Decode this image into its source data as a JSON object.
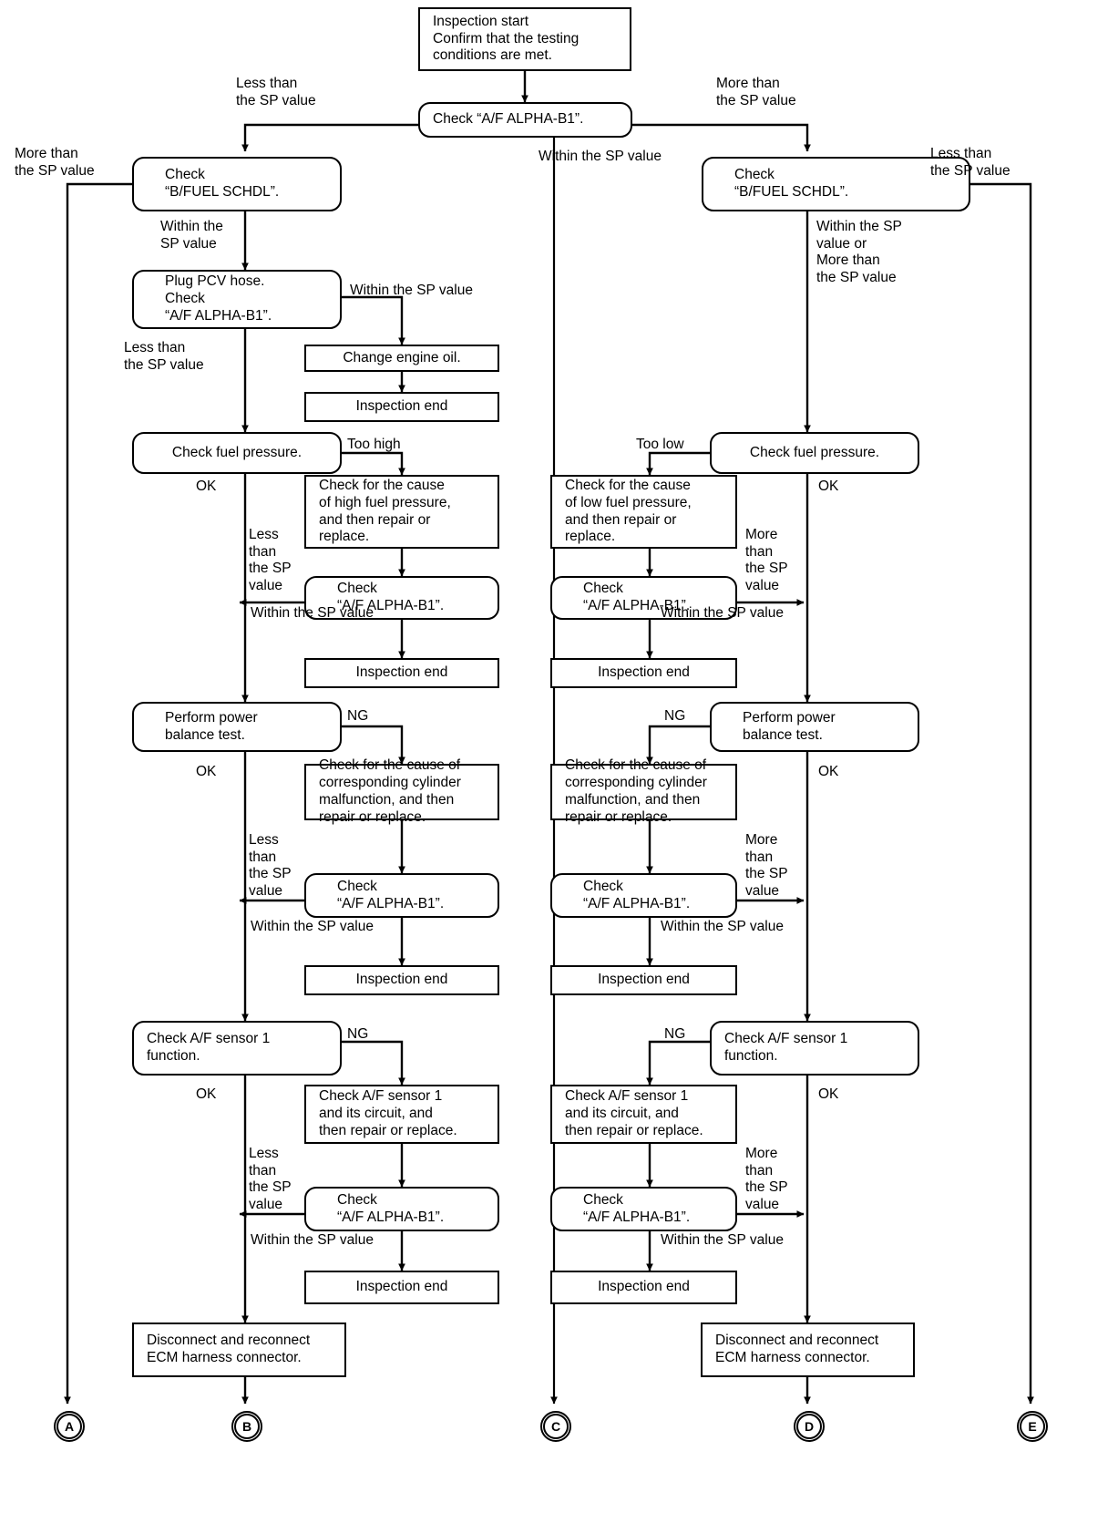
{
  "diagram": {
    "title": "A/F ALPHA-B1 diagnostic flow chart",
    "stroke_color": "#000000",
    "background_color": "#ffffff"
  },
  "nodes": [
    {
      "id": "start",
      "text": "Inspection start\nConfirm that the testing\nconditions are met."
    },
    {
      "id": "check_afa_top",
      "text": "Check “A/F ALPHA-B1”."
    },
    {
      "id": "l_bfuel",
      "text": "Check\n“B/FUEL SCHDL”."
    },
    {
      "id": "l_pcv",
      "text": "Plug PCV hose.\nCheck\n“A/F ALPHA-B1”."
    },
    {
      "id": "l_oil",
      "text": "Change engine oil."
    },
    {
      "id": "l_end1",
      "text": "Inspection end"
    },
    {
      "id": "l_fuelpress",
      "text": "Check fuel pressure."
    },
    {
      "id": "l_highcause",
      "text": "Check for the cause\nof high fuel pressure,\nand then repair or\nreplace."
    },
    {
      "id": "l_afa2",
      "text": "Check\n“A/F ALPHA-B1”."
    },
    {
      "id": "l_end2",
      "text": "Inspection end"
    },
    {
      "id": "l_power",
      "text": "Perform power\nbalance test."
    },
    {
      "id": "l_cylcause",
      "text": "Check for the cause of\ncorresponding cylinder\nmalfunction, and then\nrepair or replace."
    },
    {
      "id": "l_afa3",
      "text": "Check\n“A/F ALPHA-B1”."
    },
    {
      "id": "l_end3",
      "text": "Inspection end"
    },
    {
      "id": "l_sensor",
      "text": "Check A/F sensor 1\nfunction."
    },
    {
      "id": "l_sensorfix",
      "text": "Check A/F sensor 1\nand its circuit, and\nthen repair or replace."
    },
    {
      "id": "l_afa4",
      "text": "Check\n“A/F ALPHA-B1”."
    },
    {
      "id": "l_end4",
      "text": "Inspection end"
    },
    {
      "id": "l_ecm",
      "text": "Disconnect and reconnect\nECM harness connector."
    },
    {
      "id": "r_bfuel",
      "text": "Check\n“B/FUEL SCHDL”."
    },
    {
      "id": "r_fuelpress",
      "text": "Check fuel pressure."
    },
    {
      "id": "r_lowcause",
      "text": "Check for the cause\nof low fuel pressure,\nand then repair or\nreplace."
    },
    {
      "id": "r_afa2",
      "text": "Check\n“A/F ALPHA-B1”."
    },
    {
      "id": "r_end2",
      "text": "Inspection end"
    },
    {
      "id": "r_power",
      "text": "Perform power\nbalance test."
    },
    {
      "id": "r_cylcause",
      "text": "Check for the cause of\ncorresponding cylinder\nmalfunction, and then\nrepair or replace."
    },
    {
      "id": "r_afa3",
      "text": "Check\n“A/F ALPHA-B1”."
    },
    {
      "id": "r_end3",
      "text": "Inspection end"
    },
    {
      "id": "r_sensor",
      "text": "Check A/F sensor 1\nfunction."
    },
    {
      "id": "r_sensorfix",
      "text": "Check A/F sensor 1\nand its circuit, and\nthen repair or replace."
    },
    {
      "id": "r_afa4",
      "text": "Check\n“A/F ALPHA-B1”."
    },
    {
      "id": "r_end4",
      "text": "Inspection end"
    },
    {
      "id": "r_ecm",
      "text": "Disconnect and reconnect\nECM harness connector."
    }
  ],
  "edge_labels": [
    {
      "id": "lbl_less_top",
      "text": "Less than\nthe SP value"
    },
    {
      "id": "lbl_more_top",
      "text": "More than\nthe SP value"
    },
    {
      "id": "lbl_more_far_left",
      "text": "More than\nthe SP value"
    },
    {
      "id": "lbl_less_far_right",
      "text": "Less than\nthe SP value"
    },
    {
      "id": "lbl_within_mid",
      "text": "Within the SP value"
    },
    {
      "id": "lbl_l_within1",
      "text": "Within the\nSP value"
    },
    {
      "id": "lbl_l_within2",
      "text": "Within the SP value"
    },
    {
      "id": "lbl_l_less1",
      "text": "Less than\nthe SP value"
    },
    {
      "id": "lbl_l_toohigh",
      "text": "Too high"
    },
    {
      "id": "lbl_l_ok1",
      "text": "OK"
    },
    {
      "id": "lbl_l_less2",
      "text": "Less\nthan\nthe SP\nvalue"
    },
    {
      "id": "lbl_l_within3",
      "text": "Within the SP value"
    },
    {
      "id": "lbl_l_ng1",
      "text": "NG"
    },
    {
      "id": "lbl_l_ok2",
      "text": "OK"
    },
    {
      "id": "lbl_l_less3",
      "text": "Less\nthan\nthe SP\nvalue"
    },
    {
      "id": "lbl_l_within4",
      "text": "Within the SP value"
    },
    {
      "id": "lbl_l_ng2",
      "text": "NG"
    },
    {
      "id": "lbl_l_ok3",
      "text": "OK"
    },
    {
      "id": "lbl_l_less4",
      "text": "Less\nthan\nthe SP\nvalue"
    },
    {
      "id": "lbl_l_within5",
      "text": "Within the SP value"
    },
    {
      "id": "lbl_r_withinmore",
      "text": "Within the SP\nvalue or\nMore than\nthe SP value"
    },
    {
      "id": "lbl_r_toolow",
      "text": "Too low"
    },
    {
      "id": "lbl_r_ok1",
      "text": "OK"
    },
    {
      "id": "lbl_r_more1",
      "text": "More\nthan\nthe SP\nvalue"
    },
    {
      "id": "lbl_r_within1",
      "text": "Within the SP value"
    },
    {
      "id": "lbl_r_ng1",
      "text": "NG"
    },
    {
      "id": "lbl_r_ok2",
      "text": "OK"
    },
    {
      "id": "lbl_r_more2",
      "text": "More\nthan\nthe SP\nvalue"
    },
    {
      "id": "lbl_r_within2",
      "text": "Within the SP value"
    },
    {
      "id": "lbl_r_ng2",
      "text": "NG"
    },
    {
      "id": "lbl_r_ok3",
      "text": "OK"
    },
    {
      "id": "lbl_r_more3",
      "text": "More\nthan\nthe SP\nvalue"
    },
    {
      "id": "lbl_r_within3",
      "text": "Within the SP value"
    }
  ],
  "terminals": [
    {
      "id": "term_a",
      "label": "A"
    },
    {
      "id": "term_b",
      "label": "B"
    },
    {
      "id": "term_c",
      "label": "C"
    },
    {
      "id": "term_d",
      "label": "D"
    },
    {
      "id": "term_e",
      "label": "E"
    }
  ]
}
